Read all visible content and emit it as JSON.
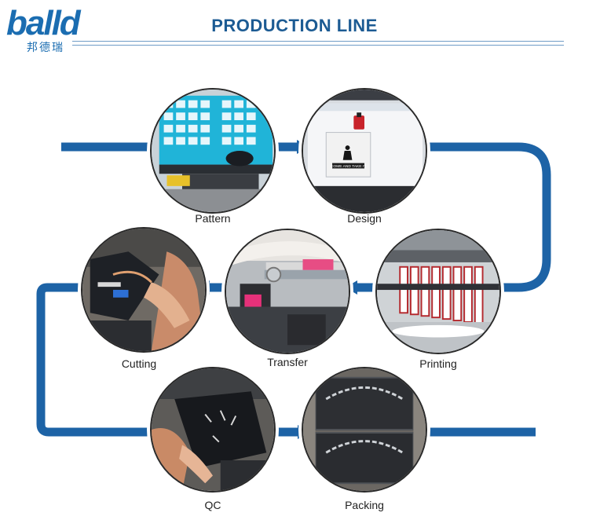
{
  "brand": {
    "wordmark": "balld",
    "chinese_name": "邦德瑞"
  },
  "header": {
    "title": "PRODUCTION LINE"
  },
  "colors": {
    "brand_blue": "#1b6db1",
    "title_blue": "#1c5b93",
    "flow_line": "#1d63a6"
  },
  "steps": [
    {
      "label": "Pattern"
    },
    {
      "label": "Design"
    },
    {
      "label": "Printing"
    },
    {
      "label": "Transfer"
    },
    {
      "label": "Cutting"
    },
    {
      "label": "QC"
    },
    {
      "label": "Packing"
    }
  ],
  "design_sheet": {
    "line_1": "COME AND TAKE IT"
  }
}
